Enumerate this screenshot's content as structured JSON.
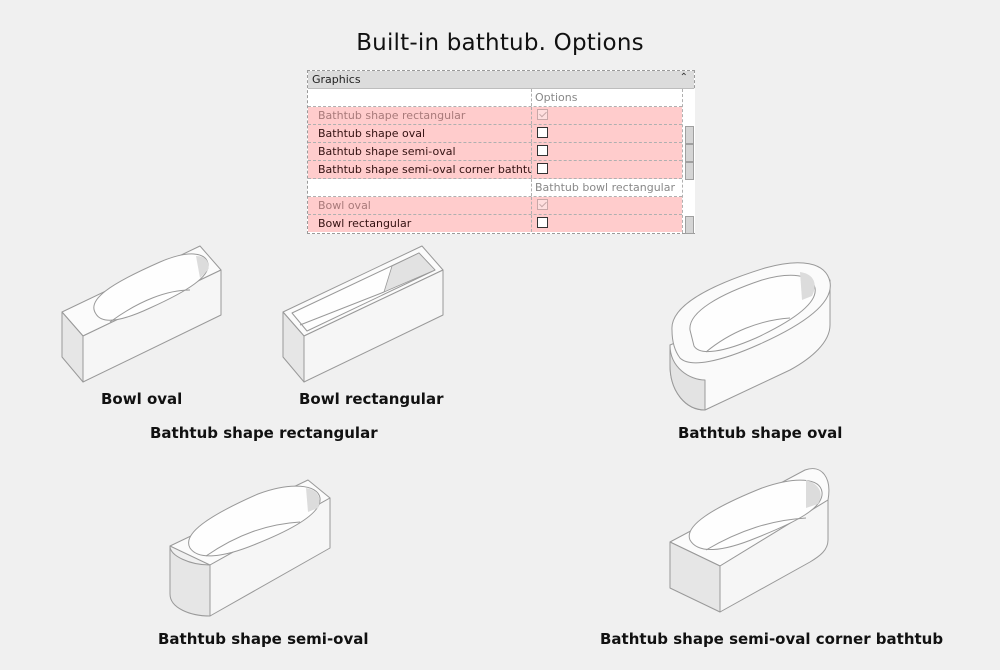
{
  "title": "Built-in bathtub. Options",
  "panel": {
    "header": "Graphics",
    "rows": [
      {
        "name": "",
        "value": "Options",
        "type": "head"
      },
      {
        "name": "Bathtub shape rectangular",
        "checked": true,
        "type": "hl"
      },
      {
        "name": "Bathtub shape oval",
        "checked": false,
        "type": "hl"
      },
      {
        "name": "Bathtub shape semi-oval",
        "checked": false,
        "type": "hl"
      },
      {
        "name": "Bathtub shape semi-oval corner bathtub",
        "checked": false,
        "type": "hl"
      },
      {
        "name": "",
        "value": "Bathtub bowl rectangular",
        "type": "head"
      },
      {
        "name": "Bowl oval",
        "checked": true,
        "type": "hl"
      },
      {
        "name": "Bowl rectangular",
        "checked": false,
        "type": "hl"
      }
    ]
  },
  "captions": {
    "bowl_oval": "Bowl oval",
    "bowl_rect": "Bowl rectangular",
    "shape_rect": "Bathtub shape rectangular",
    "shape_oval": "Bathtub shape oval",
    "shape_semi": "Bathtub shape semi-oval",
    "shape_corner": "Bathtub shape semi-oval corner bathtub"
  },
  "colors": {
    "highlight": "#ffcccc",
    "background": "#f0f0f0"
  }
}
